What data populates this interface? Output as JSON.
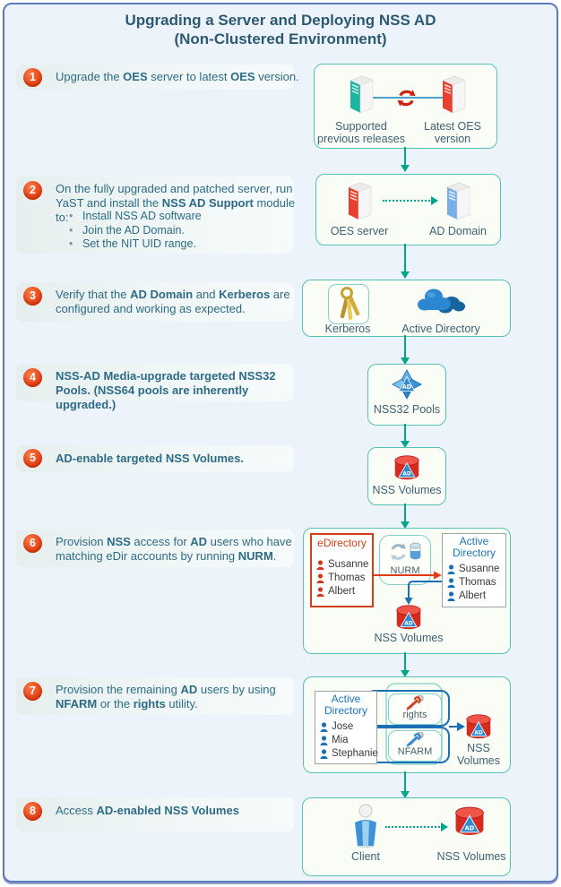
{
  "title": {
    "line1": "Upgrading a Server and Deploying NSS AD",
    "line2": "(Non-Clustered Environment)"
  },
  "colors": {
    "accent_teal": "#00a58e",
    "step_number_red": "#e8481f",
    "frame_blue": "#5d7ac0",
    "step_text_teal": "#2e6b85",
    "edirectory_red": "#d0411a",
    "active_directory_blue": "#1b75bc"
  },
  "steps": {
    "s1": {
      "num": "1",
      "rich": [
        {
          "t": "Upgrade the "
        },
        {
          "t": "OES",
          "b": true
        },
        {
          "t": " server to latest "
        },
        {
          "t": "OES",
          "b": true
        },
        {
          "t": " version."
        }
      ]
    },
    "s2": {
      "num": "2",
      "rich": [
        {
          "t": "On the fully upgraded and patched server, run YaST and install the "
        },
        {
          "t": "NSS AD Support",
          "b": true
        },
        {
          "t": " module to:"
        }
      ],
      "bullets": [
        "Install NSS AD software",
        "Join the AD Domain.",
        "Set the NIT UID range."
      ]
    },
    "s3": {
      "num": "3",
      "rich": [
        {
          "t": "Verify that the "
        },
        {
          "t": "AD Domain",
          "b": true
        },
        {
          "t": " and "
        },
        {
          "t": "Kerberos",
          "b": true
        },
        {
          "t": " are configured and working as expected."
        }
      ]
    },
    "s4": {
      "num": "4",
      "rich": [
        {
          "t": "NSS-AD Media-upgrade targeted NSS32 Pools. (NSS64 pools are inherently upgraded.)",
          "b": true
        }
      ]
    },
    "s5": {
      "num": "5",
      "rich": [
        {
          "t": "AD-enable targeted ",
          "b": true
        },
        {
          "t": "NSS Volumes.",
          "b": true
        }
      ]
    },
    "s6": {
      "num": "6",
      "rich": [
        {
          "t": "Provision "
        },
        {
          "t": "NSS",
          "b": true
        },
        {
          "t": " access for "
        },
        {
          "t": "AD",
          "b": true
        },
        {
          "t": " users who have matching eDir accounts by running "
        },
        {
          "t": "NURM",
          "b": true
        },
        {
          "t": "."
        }
      ]
    },
    "s7": {
      "num": "7",
      "rich": [
        {
          "t": "Provision the remaining "
        },
        {
          "t": "AD",
          "b": true
        },
        {
          "t": " users by using "
        },
        {
          "t": "NFARM",
          "b": true
        },
        {
          "t": " or the "
        },
        {
          "t": "rights",
          "b": true
        },
        {
          "t": " utility."
        }
      ]
    },
    "s8": {
      "num": "8",
      "rich": [
        {
          "t": "Access "
        },
        {
          "t": "AD-enabled NSS Volumes",
          "b": true
        }
      ]
    }
  },
  "diagrams": {
    "ad_badge": "AD",
    "d1": {
      "left_label": "Supported previous releases",
      "right_label": "Latest OES version"
    },
    "d2": {
      "left_label": "OES server",
      "right_label": "AD Domain"
    },
    "d3": {
      "left_label": "Kerberos",
      "right_label": "Active Directory"
    },
    "d4": {
      "label": "NSS32 Pools"
    },
    "d5": {
      "label": "NSS Volumes"
    },
    "d6": {
      "edir_title": "eDirectory",
      "edir_users": [
        "Susanne",
        "Thomas",
        "Albert"
      ],
      "nurm_label": "NURM",
      "ad_title": "Active Directory",
      "ad_users": [
        "Susanne",
        "Thomas",
        "Albert"
      ],
      "volumes_label": "NSS Volumes"
    },
    "d7": {
      "ad_title": "Active Directory",
      "ad_users": [
        "Jose",
        "Mia",
        "Stephanie"
      ],
      "rights_label": "rights",
      "nfarm_label": "NFARM",
      "volumes_label": "NSS Volumes"
    },
    "d8": {
      "client_label": "Client",
      "volumes_label": "NSS Volumes"
    }
  }
}
